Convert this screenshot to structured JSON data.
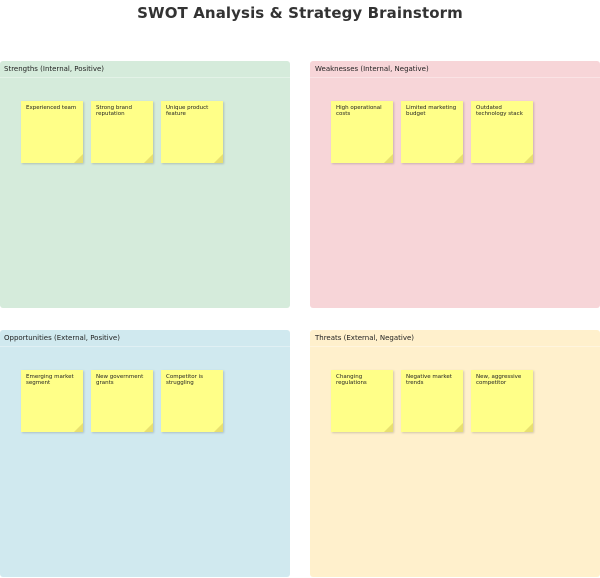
{
  "title": "SWOT Analysis & Strategy Brainstorm",
  "quadrants": {
    "strengths": {
      "label": "Strengths (Internal, Positive)",
      "color": "#d5ebdb",
      "notes": [
        "Experienced team",
        "Strong brand reputation",
        "Unique product feature"
      ]
    },
    "weaknesses": {
      "label": "Weaknesses (Internal, Negative)",
      "color": "#f7d5d8",
      "notes": [
        "High operational costs",
        "Limited marketing budget",
        "Outdated technology stack"
      ]
    },
    "opportunities": {
      "label": "Opportunities (External, Positive)",
      "color": "#d0e9ef",
      "notes": [
        "Emerging market segment",
        "New government grants",
        "Competitor is struggling"
      ]
    },
    "threats": {
      "label": "Threats (External, Negative)",
      "color": "#fff0cc",
      "notes": [
        "Changing regulations",
        "Negative market trends",
        "New, aggressive competitor"
      ]
    }
  },
  "sticky_color": "#ffff88"
}
